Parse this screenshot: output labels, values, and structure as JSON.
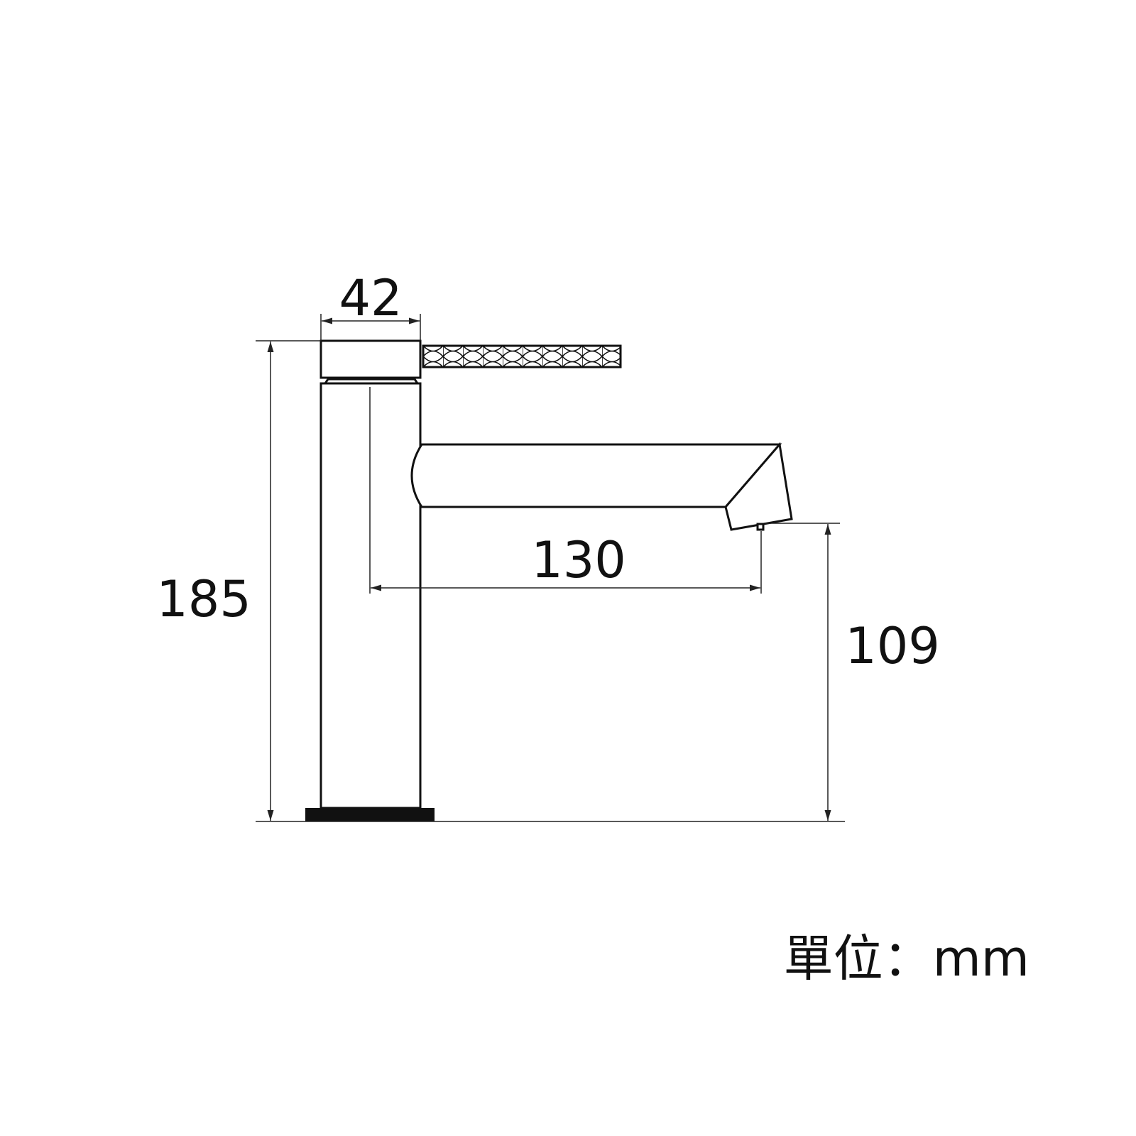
{
  "dimensions": {
    "cap_width": "42",
    "total_height": "185",
    "spout_reach": "130",
    "spout_height": "109"
  },
  "unit_label": "單位：mm",
  "colors": {
    "line": "#111111",
    "background": "#ffffff"
  }
}
